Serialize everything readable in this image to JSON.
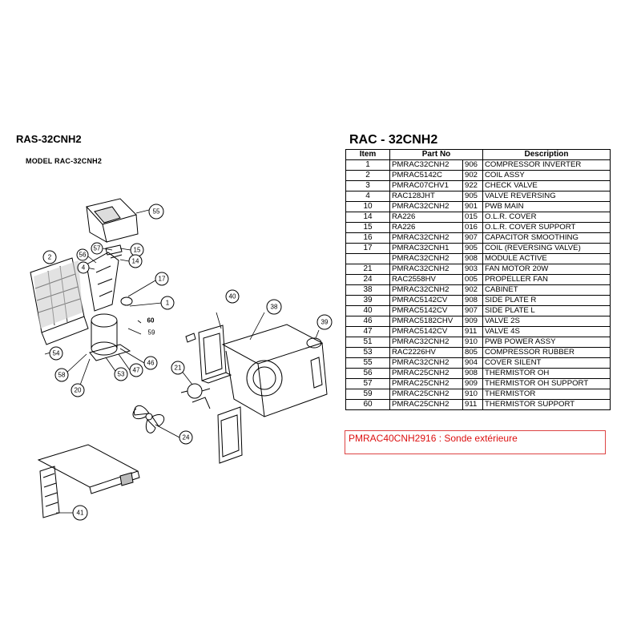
{
  "left_title": "RAS-32CNH2",
  "model_label": "MODEL  RAC-32CNH2",
  "right_title": "RAC - 32CNH2",
  "table": {
    "headers": [
      "Item",
      "Part No",
      "Description"
    ],
    "rows": [
      {
        "item": "1",
        "part": "PMRAC32CNH2",
        "code": "906",
        "desc": "COMPRESSOR INVERTER"
      },
      {
        "item": "2",
        "part": "PMRAC5142C",
        "code": "902",
        "desc": "COIL ASSY"
      },
      {
        "item": "3",
        "part": "PMRAC07CHV1",
        "code": "922",
        "desc": "CHECK VALVE"
      },
      {
        "item": "4",
        "part": "RAC128JHT",
        "code": "905",
        "desc": "VALVE REVERSING"
      },
      {
        "item": "10",
        "part": "PMRAC32CNH2",
        "code": "901",
        "desc": "PWB MAIN"
      },
      {
        "item": "14",
        "part": "RA226",
        "code": "015",
        "desc": "O.L.R. COVER"
      },
      {
        "item": "15",
        "part": "RA226",
        "code": "016",
        "desc": "O.L.R. COVER SUPPORT"
      },
      {
        "item": "16",
        "part": "PMRAC32CNH2",
        "code": "907",
        "desc": "CAPACITOR SMOOTHING"
      },
      {
        "item": "17",
        "part": "PMRAC32CNH1",
        "code": "905",
        "desc": "COIL (REVERSING VALVE)"
      },
      {
        "item": "",
        "part": "PMRAC32CNH2",
        "code": "908",
        "desc": "MODULE ACTIVE"
      },
      {
        "item": "21",
        "part": "PMRAC32CNH2",
        "code": "903",
        "desc": "FAN MOTOR 20W"
      },
      {
        "item": "24",
        "part": "RAC2558HV",
        "code": "005",
        "desc": "PROPELLER FAN"
      },
      {
        "item": "38",
        "part": "PMRAC32CNH2",
        "code": "902",
        "desc": "CABINET"
      },
      {
        "item": "39",
        "part": "PMRAC5142CV",
        "code": "908",
        "desc": "SIDE PLATE R"
      },
      {
        "item": "40",
        "part": "PMRAC5142CV",
        "code": "907",
        "desc": "SIDE PLATE L"
      },
      {
        "item": "46",
        "part": "PMRAC5182CHV",
        "code": "909",
        "desc": "VALVE 2S"
      },
      {
        "item": "47",
        "part": "PMRAC5142CV",
        "code": "911",
        "desc": "VALVE 4S"
      },
      {
        "item": "51",
        "part": "PMRAC32CNH2",
        "code": "910",
        "desc": "PWB POWER ASSY"
      },
      {
        "item": "53",
        "part": "RAC2226HV",
        "code": "805",
        "desc": "COMPRESSOR RUBBER"
      },
      {
        "item": "55",
        "part": "PMRAC32CNH2",
        "code": "904",
        "desc": "COVER SILENT"
      },
      {
        "item": "56",
        "part": "PMRAC25CNH2",
        "code": "908",
        "desc": "THERMISTOR OH"
      },
      {
        "item": "57",
        "part": "PMRAC25CNH2",
        "code": "909",
        "desc": "THERMISTOR OH SUPPORT"
      },
      {
        "item": "59",
        "part": "PMRAC25CNH2",
        "code": "910",
        "desc": "THERMISTOR"
      },
      {
        "item": "60",
        "part": "PMRAC25CNH2",
        "code": "911",
        "desc": "THERMISTOR SUPPORT"
      }
    ]
  },
  "note": "PMRAC40CNH2916 : Sonde extérieure",
  "callouts": [
    "55",
    "57",
    "15",
    "56",
    "14",
    "4",
    "2",
    "17",
    "1",
    "60",
    "59",
    "40",
    "38",
    "39",
    "54",
    "46",
    "47",
    "53",
    "58",
    "20",
    "21",
    "24",
    "41"
  ],
  "colors": {
    "note_border": "#dd4444",
    "note_text": "#dd1111"
  }
}
